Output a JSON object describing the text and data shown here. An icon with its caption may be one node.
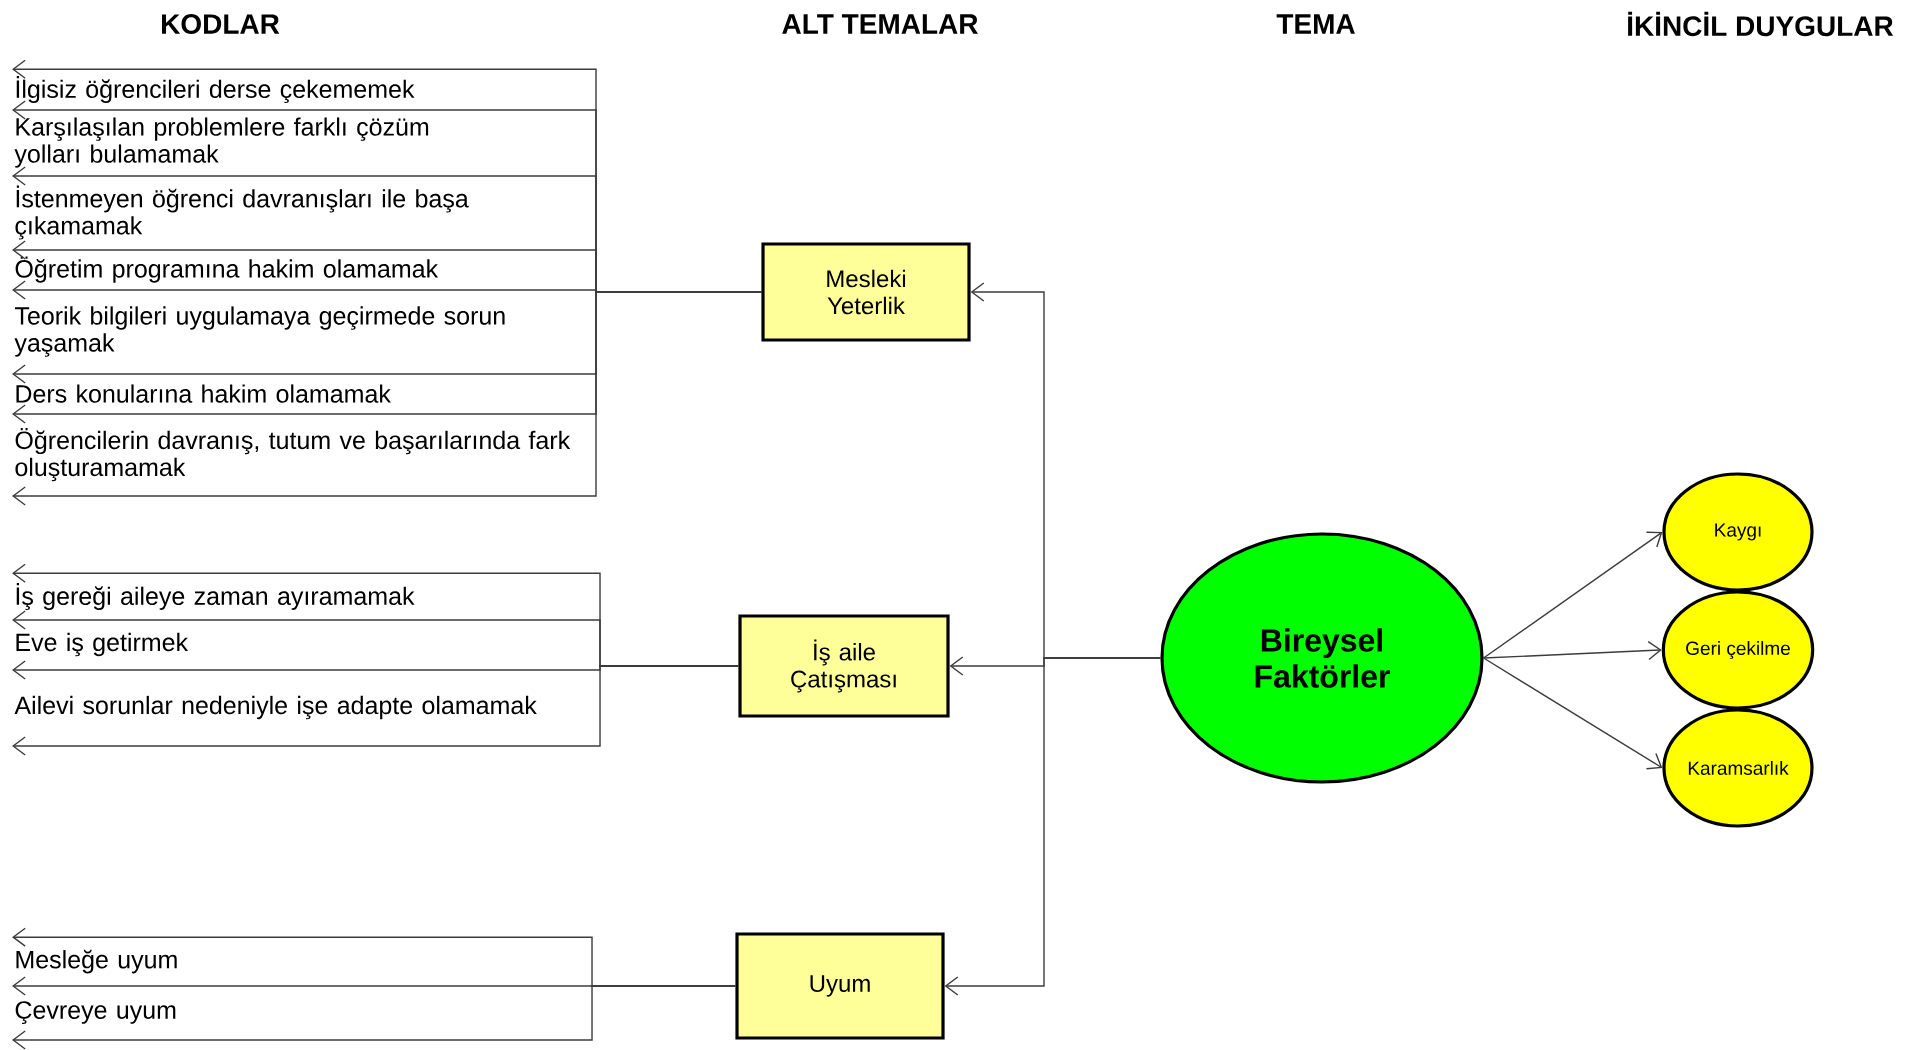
{
  "diagram": {
    "nodes": [
      {
        "text": [
          "İlgisiz öğrencileri derse çekememek"
        ]
      },
      {
        "text": [
          "Karşılaşılan problemlere farklı çözüm yolları bulamamak"
        ]
      },
      {
        "text": [
          "İstenmeyen öğrenci davranışları ile başa çıkamamak"
        ]
      },
      {
        "text": [
          "Öğretim programına hakim olamamak"
        ]
      },
      {
        "text": [
          "Teorik bilgileri uygulamaya geçirmede sorun yaşamak"
        ]
      },
      {
        "text": [
          "Ders konularına hakim olamamak"
        ]
      },
      {
        "text": [
          "Öğrencilerin davranış, tutum ve başarılarında fark oluşturamamak"
        ]
      },
      {
        "text": [
          "İş gereği aileye zaman ayıramamak"
        ]
      },
      {
        "text": [
          "Eve iş getirmek"
        ]
      },
      {
        "text": [
          "Ailevi sorunlar nedeniyle işe adapte olamamak"
        ]
      },
      {
        "text": [
          "Mesleğe uyum"
        ]
      },
      {
        "text": [
          "Çevreye uyum"
        ]
      },
      {
        "text": [
          "Mesleki Yeterlik"
        ]
      },
      {
        "text": [
          "İş aile Çatışması"
        ]
      },
      {
        "text": [
          "Uyum"
        ]
      },
      {
        "text": [
          "Bireysel Faktörler"
        ]
      },
      {
        "text": [
          "Kaygı"
        ]
      },
      {
        "text": [
          "Geri çekilme"
        ]
      },
      {
        "text": [
          "Karamsarlık"
        ]
      }
    ],
    "edges": [
      {
        "from": 12,
        "to": 0,
        "arrow": "to"
      },
      {
        "from": 12,
        "to": 0,
        "arrow": "to"
      },
      {
        "from": 12,
        "to": 1,
        "arrow": "to"
      },
      {
        "from": 12,
        "to": 2,
        "arrow": "to"
      },
      {
        "from": 12,
        "to": 3,
        "arrow": "to"
      },
      {
        "from": 12,
        "to": 4,
        "arrow": "to"
      },
      {
        "from": 12,
        "to": 5,
        "arrow": "to"
      },
      {
        "from": 12,
        "to": 6,
        "arrow": "to"
      },
      {
        "from": 13,
        "to": 7,
        "arrow": "to"
      },
      {
        "from": 13,
        "to": 7,
        "arrow": "to"
      },
      {
        "from": 13,
        "to": 8,
        "arrow": "to"
      },
      {
        "from": 13,
        "to": 9,
        "arrow": "to"
      },
      {
        "from": 14,
        "to": 10,
        "arrow": "to"
      },
      {
        "from": 14,
        "to": 10,
        "arrow": "to"
      },
      {
        "from": 14,
        "to": 11,
        "arrow": "to"
      },
      {
        "from": 15,
        "to": 12,
        "arrow": "to"
      },
      {
        "from": 15,
        "to": 13,
        "arrow": "to"
      },
      {
        "from": 15,
        "to": 14,
        "arrow": "to"
      },
      {
        "from": 15,
        "to": 16,
        "arrow": "to"
      },
      {
        "from": 15,
        "to": 17,
        "arrow": "to"
      },
      {
        "from": 15,
        "to": 18,
        "arrow": "to"
      }
    ],
    "labels": [
      "KODLAR",
      "ALT TEMALAR",
      "TEMA",
      "İKİNCİL DUYGULAR"
    ]
  }
}
